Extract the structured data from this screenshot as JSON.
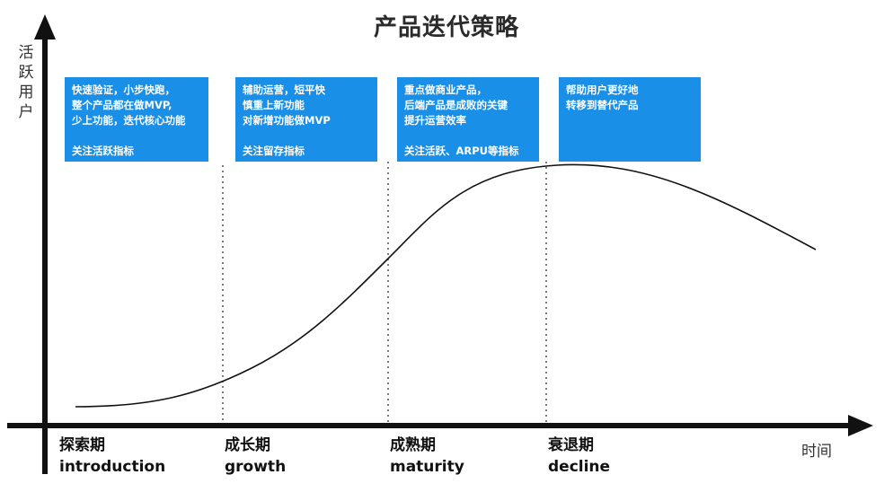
{
  "title": "产品迭代策略",
  "y_axis_label": "活跃用户",
  "x_axis_label": "时间",
  "stages": [
    {
      "zh": "探索期",
      "en": "introduction"
    },
    {
      "zh": "成长期",
      "en": "growth"
    },
    {
      "zh": "成熟期",
      "en": "maturity"
    },
    {
      "zh": "衰退期",
      "en": "decline"
    }
  ],
  "notes": [
    {
      "text": "快速验证，小步快跑，\n整个产品都在做MVP,\n少上功能，迭代核心功能",
      "focus": "关注活跃指标"
    },
    {
      "text": "辅助运营，短平快\n慎重上新功能\n对新增功能做MVP",
      "focus": "关注留存指标"
    },
    {
      "text": "重点做商业产品，\n后端产品是成败的关键\n提升运营效率",
      "focus": "关注活跃、ARPU等指标"
    },
    {
      "text": "帮助用户更好地\n转移到替代产品",
      "focus": ""
    }
  ],
  "colors": {
    "note_background": "#1a8fe8",
    "axis": "#111111",
    "curve": "#111111",
    "divider": "#555555"
  }
}
